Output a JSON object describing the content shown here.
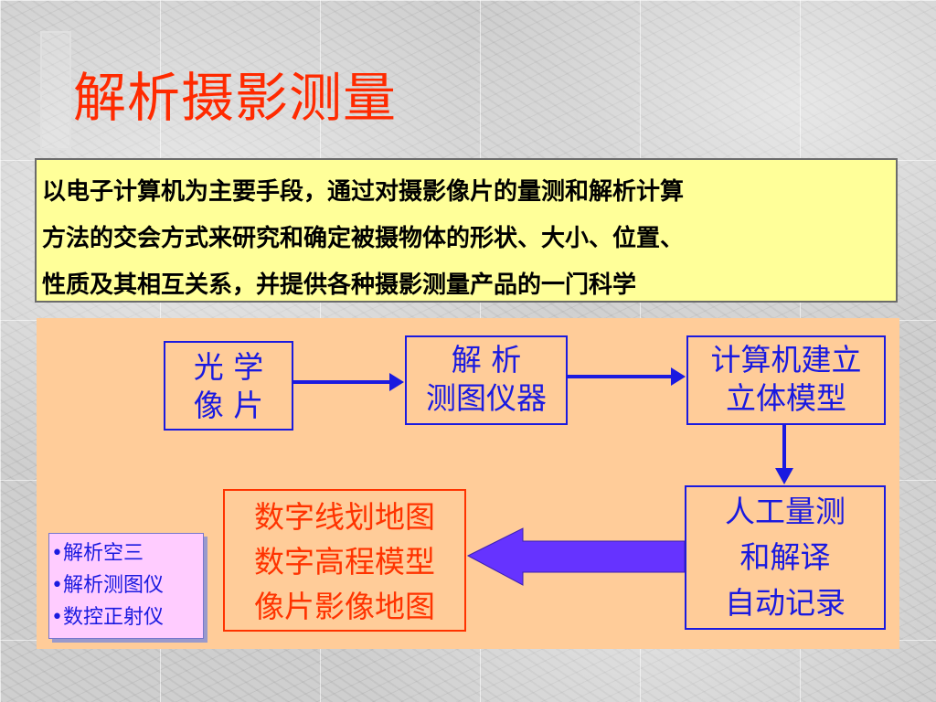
{
  "title": "解析摄影测量",
  "definition": {
    "lines": [
      "以电子计算机为主要手段，通过对摄影像片的量测和解析计算",
      "方法的交会方式来研究和确定被摄物体的形状、大小、位置、",
      "性质及其相互关系，并提供各种摄影测量产品的一门科学"
    ]
  },
  "flow": {
    "optical_photo": {
      "line1_a": "光",
      "line1_b": "学",
      "line2_a": "像",
      "line2_b": "片"
    },
    "analytical_plotter": {
      "line1_a": "解",
      "line1_b": "析",
      "line2": "测图仪器"
    },
    "computer_model": {
      "line1": "计算机建立",
      "line2": "立体模型"
    },
    "manual_measure": {
      "line1": "人工量测",
      "line2": "和解译",
      "line3": "自动记录"
    },
    "products": {
      "line1": "数字线划地图",
      "line2": "数字高程模型",
      "line3": "像片影像地图"
    }
  },
  "instruments": {
    "items": [
      "•解析空三",
      "•解析测图仪",
      "•数控正射仪"
    ]
  },
  "colors": {
    "title": "#ff2a00",
    "definition_bg": "#ffff99",
    "panel_bg": "#ffcc99",
    "flow_blue": "#1a1ae0",
    "products_red": "#ff3300",
    "arrow_fill": "#6633ff",
    "list_bg": "#ffccff"
  }
}
